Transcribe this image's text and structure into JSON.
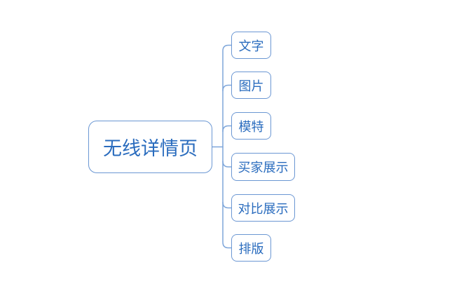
{
  "diagram": {
    "type": "mindmap",
    "root": {
      "label": "无线详情页"
    },
    "children": [
      {
        "label": "文字"
      },
      {
        "label": "图片"
      },
      {
        "label": "模特"
      },
      {
        "label": "买家展示"
      },
      {
        "label": "对比展示"
      },
      {
        "label": "排版"
      }
    ],
    "colors": {
      "background": "#ffffff",
      "node_border": "#6b97d3",
      "connector_line": "#7ea6da",
      "text": "#2a6cbe"
    }
  }
}
